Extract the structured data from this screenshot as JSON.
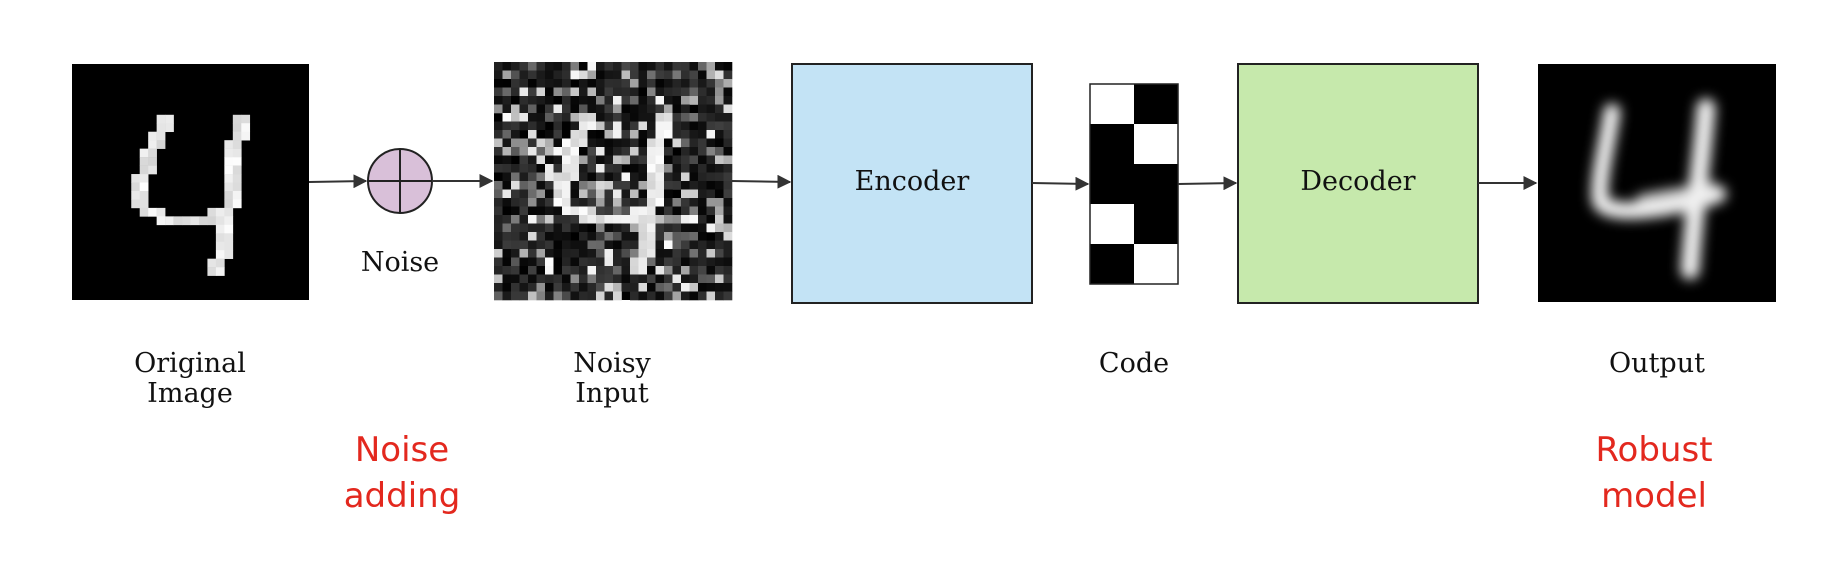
{
  "labels": {
    "original_image": [
      "Original",
      "Image"
    ],
    "noise": "Noise",
    "noisy_input": [
      "Noisy",
      "Input"
    ],
    "encoder": "Encoder",
    "code": "Code",
    "decoder": "Decoder",
    "output": "Output"
  },
  "annotations": {
    "noise_adding": [
      "Noise",
      "adding"
    ],
    "robust_model": [
      "Robust",
      "model"
    ]
  },
  "colors": {
    "encoder_fill": "#c3e3f5",
    "decoder_fill": "#c6e9ac",
    "noise_node_fill": "#d9c0d9",
    "annotation_red": "#e3281e",
    "arrow": "#333333"
  },
  "code_pattern": [
    [
      0,
      1
    ],
    [
      1,
      0
    ],
    [
      1,
      1
    ],
    [
      0,
      1
    ],
    [
      1,
      0
    ]
  ]
}
